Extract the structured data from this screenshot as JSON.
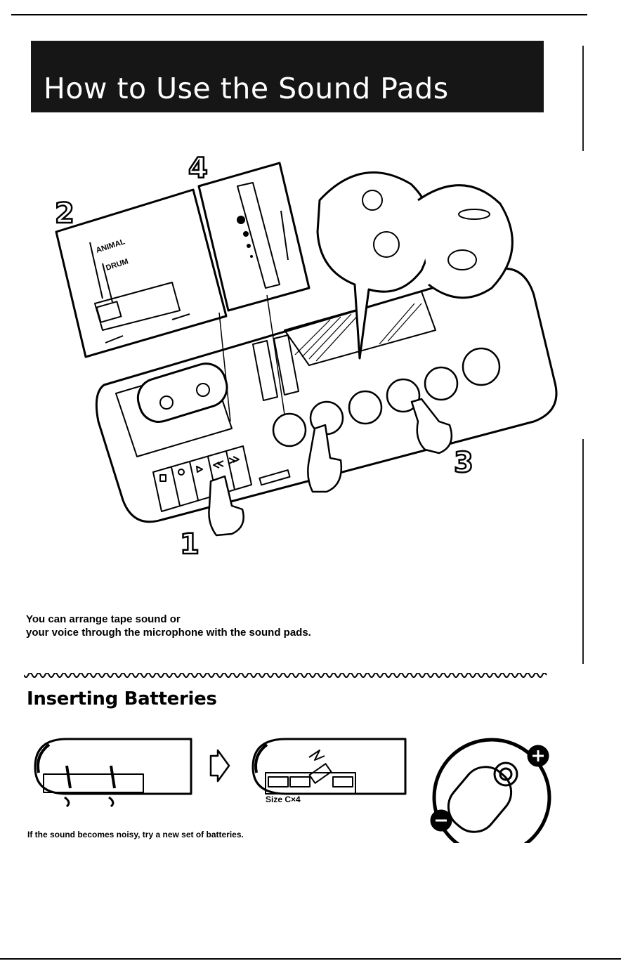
{
  "header": {
    "title": "How to Use the Sound Pads"
  },
  "steps": {
    "one": "1",
    "two": "2",
    "three": "3",
    "four": "4"
  },
  "mode_switch": {
    "option_animal": "ANIMAL",
    "option_drum": "DRUM"
  },
  "caption": {
    "line1": "You can arrange tape sound or",
    "line2": "your voice through the microphone with the sound pads."
  },
  "batteries": {
    "title": "Inserting Batteries",
    "size_label": "Size C×4",
    "note": "If the sound becomes noisy, try a new set of batteries."
  },
  "icons": {
    "sound_pads": [
      "bird-icon",
      "cat-icon",
      "dog-icon",
      "pig-icon",
      "goat-icon",
      "lion-icon"
    ],
    "transport_buttons": [
      "stop-icon",
      "record-icon",
      "play-icon",
      "rewind-icon",
      "fast-forward-icon"
    ]
  }
}
